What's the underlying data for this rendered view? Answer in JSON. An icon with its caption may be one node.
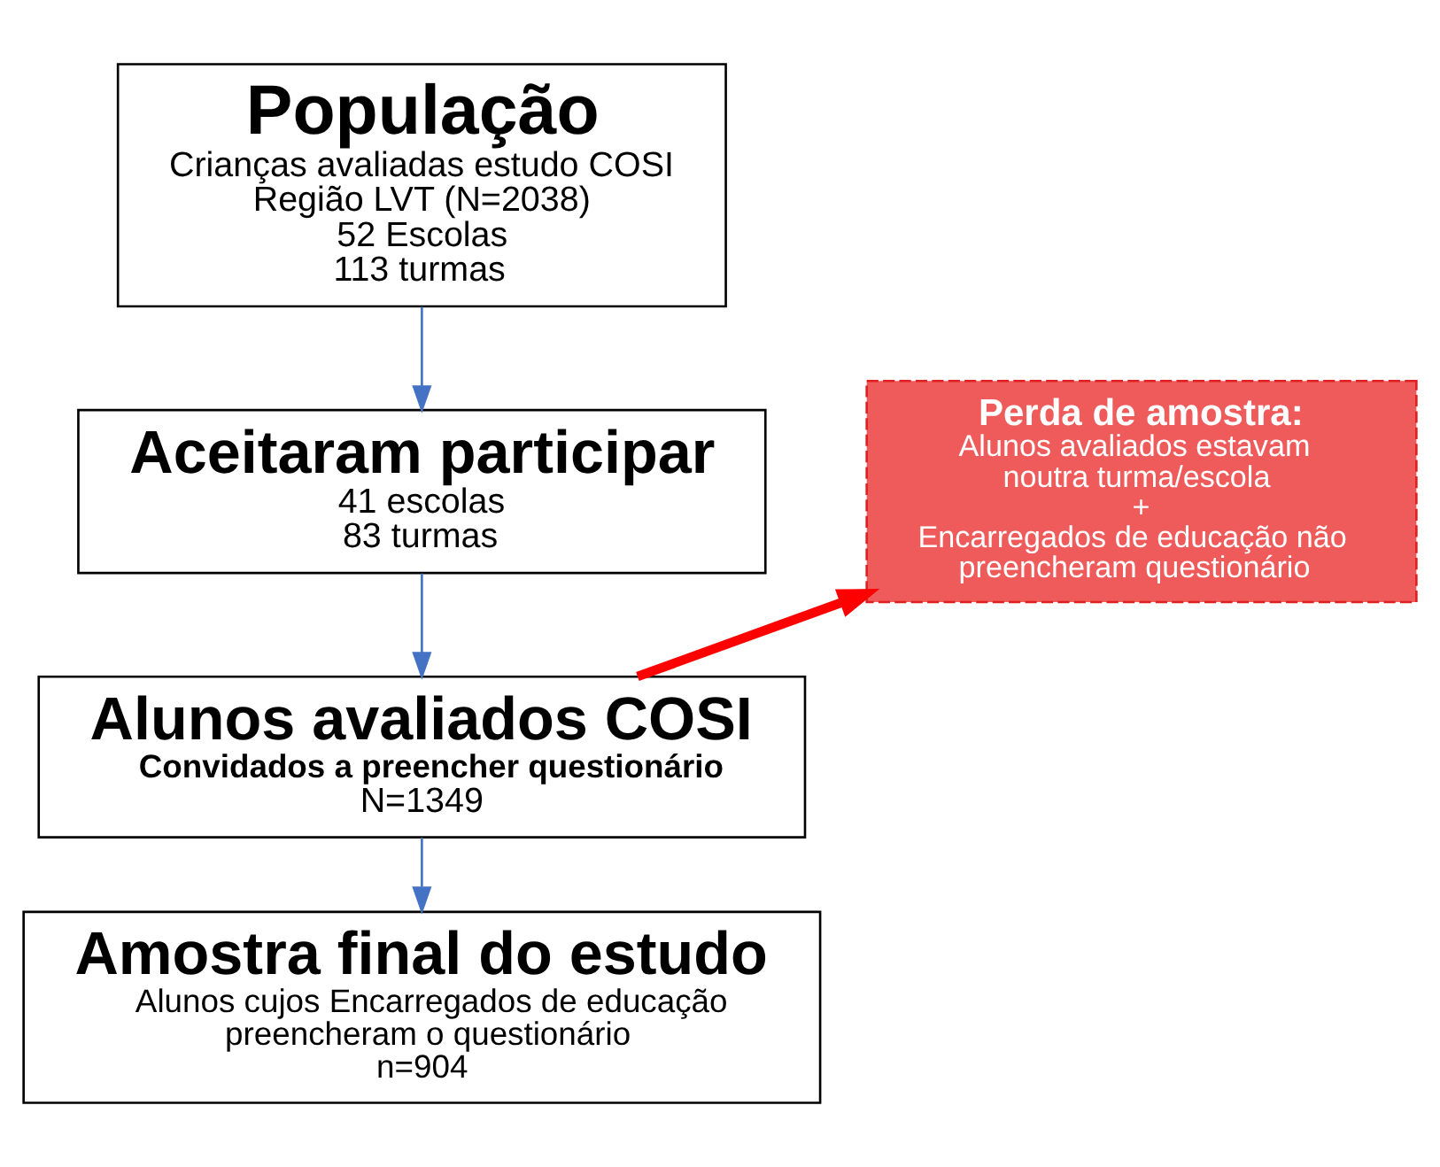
{
  "diagram": {
    "nodes": [
      {
        "text": [
          "População",
          "Crianças avaliadas estudo COSI Região LVT (N=2038)",
          "52 Escolas",
          "113 turmas"
        ]
      },
      {
        "text": [
          "Aceitaram participar",
          "41 escolas",
          "83 turmas"
        ]
      },
      {
        "text": [
          "Alunos avaliados COSI",
          "Convidados a preencher questionário",
          "N=1349"
        ]
      },
      {
        "text": [
          "Amostra final do estudo",
          "Alunos cujos Encarregados de educação preencheram o questionário",
          "n=904"
        ]
      },
      {
        "text": [
          "Perda de amostra:",
          "Alunos avaliados estavam noutra turma/escola",
          "+",
          "Encarregados de educação não preencheram questionário"
        ]
      }
    ],
    "edges": [
      {
        "from": 0,
        "to": 1,
        "arrow": "to"
      },
      {
        "from": 1,
        "to": 2,
        "arrow": "to"
      },
      {
        "from": 2,
        "to": 3,
        "arrow": "to"
      },
      {
        "from": 2,
        "to": 4,
        "arrow": "to",
        "style": "thick",
        "color": "#ff0000"
      }
    ]
  }
}
